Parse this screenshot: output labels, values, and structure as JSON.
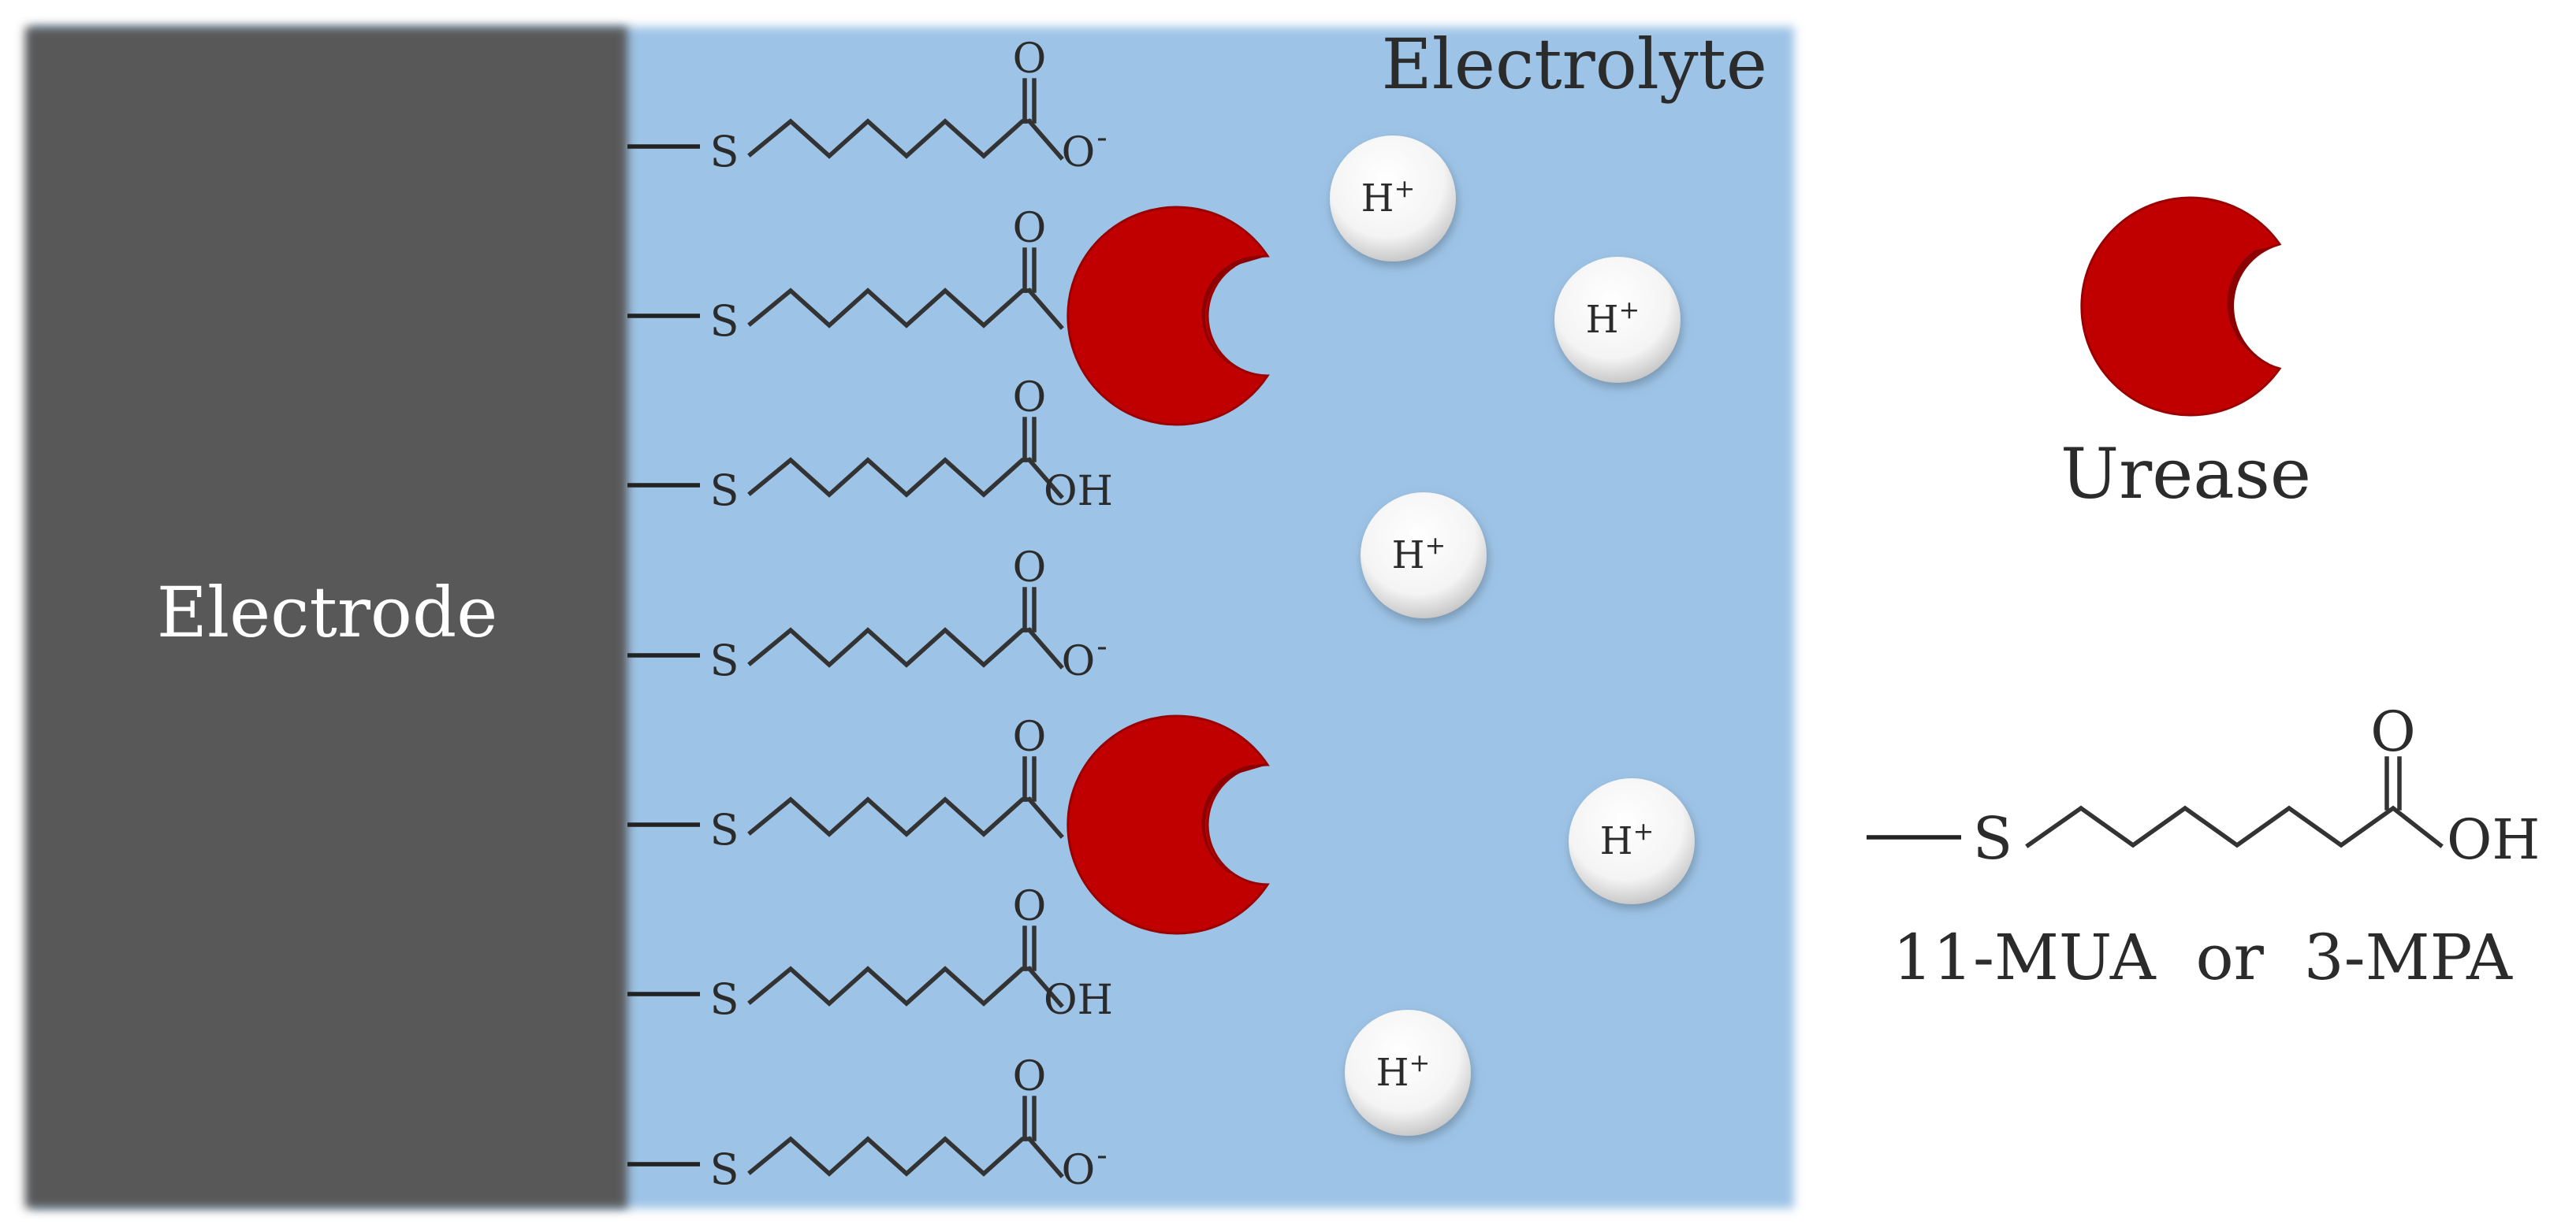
{
  "electrode": {
    "label": "Electrode",
    "color": "#595959"
  },
  "electrolyte": {
    "label": "Electrolyte",
    "color": "#9dc3e6"
  },
  "molecule_labels": {
    "sulfur": "S",
    "carbonyl_oxygen": "O",
    "deprotonated": "O",
    "minus": "-",
    "protonated": "OH"
  },
  "chains": [
    {
      "terminal": "deprotonated",
      "urease": false
    },
    {
      "terminal": "bound",
      "urease": true
    },
    {
      "terminal": "protonated",
      "urease": false
    },
    {
      "terminal": "deprotonated",
      "urease": false
    },
    {
      "terminal": "bound",
      "urease": true
    },
    {
      "terminal": "protonated",
      "urease": false
    },
    {
      "terminal": "deprotonated",
      "urease": false
    }
  ],
  "protons": {
    "count": 6,
    "label": "H",
    "charge": "+"
  },
  "legend": {
    "urease_label": "Urease",
    "linker_label": "11-MUA  or  3-MPA",
    "urease_color": "#c00000",
    "urease_shadow": "#8b0000"
  }
}
